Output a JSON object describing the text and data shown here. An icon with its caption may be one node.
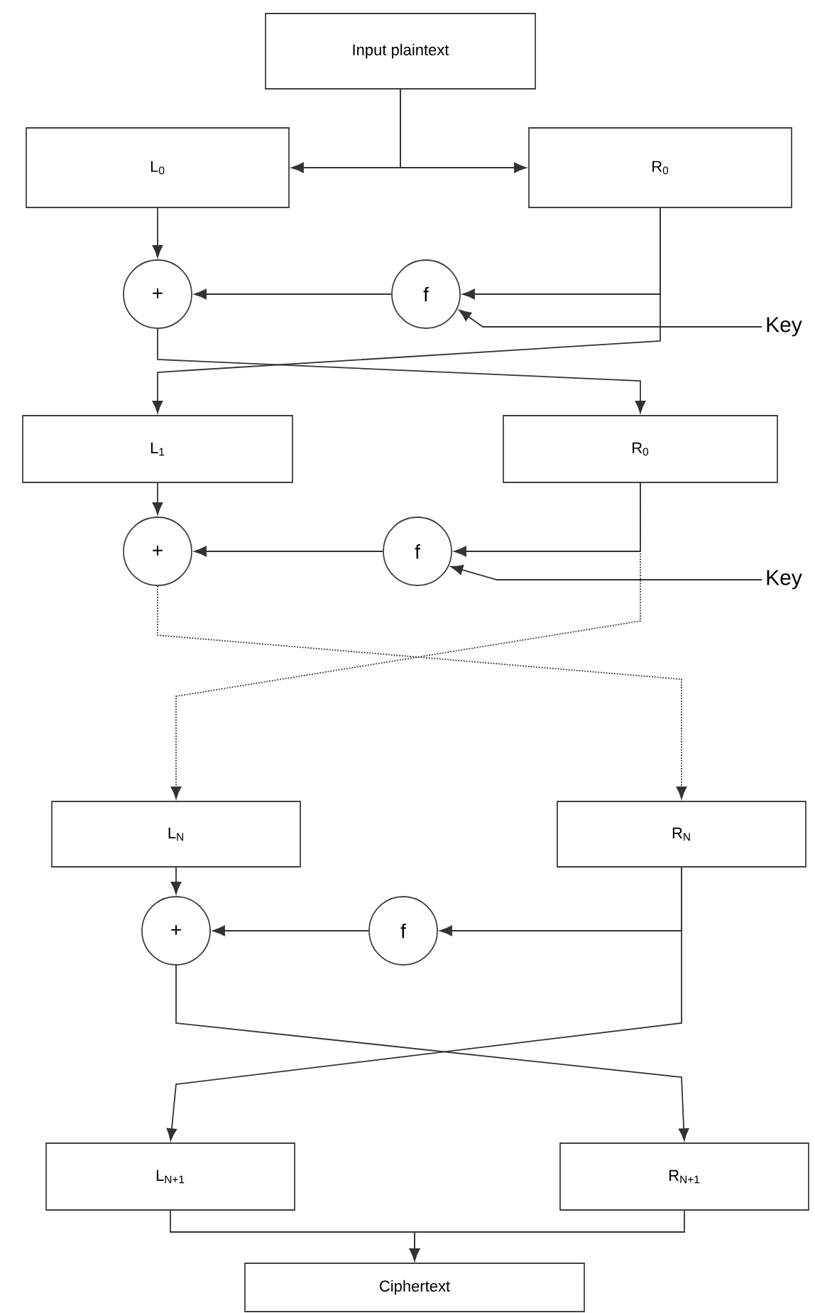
{
  "diagram": {
    "nodes": [
      {
        "text": [
          "Input plaintext"
        ]
      },
      {
        "text": [
          "L$_{0}$"
        ]
      },
      {
        "text": [
          "R$_{0}$"
        ]
      },
      {
        "text": [
          "+"
        ]
      },
      {
        "text": [
          "f"
        ]
      },
      {
        "text": [
          "Key"
        ]
      },
      {
        "text": [
          "L$_{1}$"
        ]
      },
      {
        "text": [
          "R$_{0}$"
        ]
      },
      {
        "text": [
          "+"
        ]
      },
      {
        "text": [
          "f"
        ]
      },
      {
        "text": [
          "Key"
        ]
      },
      {
        "text": [
          "L$_{N}$"
        ]
      },
      {
        "text": [
          "R$_{N}$"
        ]
      },
      {
        "text": [
          "+"
        ]
      },
      {
        "text": [
          "f"
        ]
      },
      {
        "text": [
          "L$_{N+1}$"
        ]
      },
      {
        "text": [
          "R$_{N+1}$"
        ]
      },
      {
        "text": [
          "Ciphertext"
        ]
      }
    ],
    "edges": [
      {
        "from": 0,
        "to": 1,
        "arrow": "to"
      },
      {
        "from": 0,
        "to": 2,
        "arrow": "to"
      },
      {
        "from": 1,
        "to": 3,
        "arrow": "to"
      },
      {
        "from": 2,
        "to": 4,
        "arrow": "to"
      },
      {
        "from": 4,
        "to": 3,
        "arrow": "to"
      },
      {
        "from": 5,
        "to": 4,
        "arrow": "to"
      },
      {
        "from": 2,
        "to": 6,
        "arrow": "to"
      },
      {
        "from": 3,
        "to": 7,
        "arrow": "to"
      },
      {
        "from": 6,
        "to": 8,
        "arrow": "to"
      },
      {
        "from": 7,
        "to": 9,
        "arrow": "to"
      },
      {
        "from": 9,
        "to": 8,
        "arrow": "to"
      },
      {
        "from": 10,
        "to": 9,
        "arrow": "to"
      },
      {
        "from": 8,
        "to": 12,
        "arrow": "to",
        "style": "dashed"
      },
      {
        "from": 7,
        "to": 11,
        "arrow": "to",
        "style": "dashed"
      },
      {
        "from": 11,
        "to": 13,
        "arrow": "to"
      },
      {
        "from": 12,
        "to": 14,
        "arrow": "to"
      },
      {
        "from": 14,
        "to": 13,
        "arrow": "to"
      },
      {
        "from": 13,
        "to": 16,
        "arrow": "to"
      },
      {
        "from": 12,
        "to": 15,
        "arrow": "to"
      },
      {
        "from": 15,
        "to": 17,
        "arrow": "to"
      },
      {
        "from": 16,
        "to": 17,
        "arrow": "to"
      }
    ]
  }
}
